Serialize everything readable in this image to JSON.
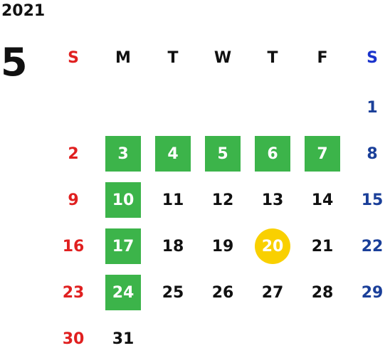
{
  "year": "2021",
  "month": "5",
  "colors": {
    "sunday": "#e02020",
    "saturday": "#1a3f99",
    "weekday": "#111111",
    "highlight": "#3cb44a",
    "today": "#f9d000"
  },
  "weekdays": [
    "S",
    "M",
    "T",
    "W",
    "T",
    "F",
    "S"
  ],
  "weeks": [
    [
      null,
      null,
      null,
      null,
      null,
      null,
      "1"
    ],
    [
      "2",
      "3",
      "4",
      "5",
      "6",
      "7",
      "8"
    ],
    [
      "9",
      "10",
      "11",
      "12",
      "13",
      "14",
      "15"
    ],
    [
      "16",
      "17",
      "18",
      "19",
      "20",
      "21",
      "22"
    ],
    [
      "23",
      "24",
      "25",
      "26",
      "27",
      "28",
      "29"
    ],
    [
      "30",
      "31",
      null,
      null,
      null,
      null,
      null
    ]
  ],
  "highlighted_days": [
    "3",
    "4",
    "5",
    "6",
    "7",
    "10",
    "17",
    "24"
  ],
  "today": "20"
}
